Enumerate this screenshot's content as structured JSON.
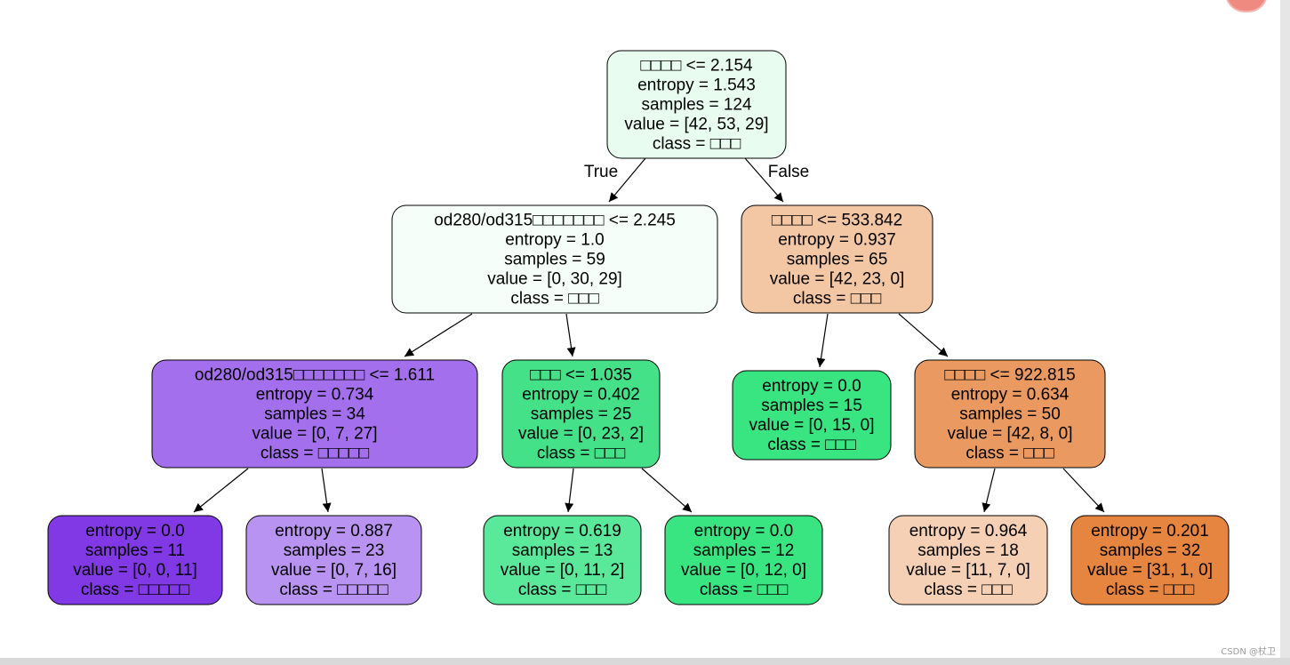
{
  "tree": {
    "nodes": [
      {
        "id": "root",
        "fill": "#e8fcf0",
        "lines": [
          "□□□□ <= 2.154",
          "entropy = 1.543",
          "samples = 124",
          "value = [42, 53, 29]",
          "class = □□□"
        ]
      },
      {
        "id": "n1",
        "fill": "#f6fefa",
        "lines": [
          "od280/od315□□□□□□□ <= 2.245",
          "entropy = 1.0",
          "samples = 59",
          "value = [0, 30, 29]",
          "class = □□□"
        ]
      },
      {
        "id": "n2",
        "fill": "#f3c6a4",
        "lines": [
          "□□□□ <= 533.842",
          "entropy = 0.937",
          "samples = 65",
          "value = [42, 23, 0]",
          "class = □□□"
        ]
      },
      {
        "id": "n3",
        "fill": "#a36fed",
        "lines": [
          "od280/od315□□□□□□□ <= 1.611",
          "entropy = 0.734",
          "samples = 34",
          "value = [0, 7, 27]",
          "class = □□□□□"
        ]
      },
      {
        "id": "n4",
        "fill": "#45e188",
        "lines": [
          "□□□ <= 1.035",
          "entropy = 0.402",
          "samples = 25",
          "value = [0, 23, 2]",
          "class = □□□"
        ]
      },
      {
        "id": "n5",
        "fill": "#39e581",
        "lines": [
          "entropy = 0.0",
          "samples = 15",
          "value = [0, 15, 0]",
          "class = □□□"
        ]
      },
      {
        "id": "n6",
        "fill": "#ea9a61",
        "lines": [
          "□□□□ <= 922.815",
          "entropy = 0.634",
          "samples = 50",
          "value = [42, 8, 0]",
          "class = □□□"
        ]
      },
      {
        "id": "n7",
        "fill": "#8139e5",
        "lines": [
          "entropy = 0.0",
          "samples = 11",
          "value = [0, 0, 11]",
          "class = □□□□□"
        ]
      },
      {
        "id": "n8",
        "fill": "#b993f1",
        "lines": [
          "entropy = 0.887",
          "samples = 23",
          "value = [0, 7, 16]",
          "class = □□□□□"
        ]
      },
      {
        "id": "n9",
        "fill": "#5ae89a",
        "lines": [
          "entropy = 0.619",
          "samples = 13",
          "value = [0, 11, 2]",
          "class = □□□"
        ]
      },
      {
        "id": "n10",
        "fill": "#39e581",
        "lines": [
          "entropy = 0.0",
          "samples = 12",
          "value = [0, 12, 0]",
          "class = □□□"
        ]
      },
      {
        "id": "n11",
        "fill": "#f5d0b5",
        "lines": [
          "entropy = 0.964",
          "samples = 18",
          "value = [11, 7, 0]",
          "class = □□□"
        ]
      },
      {
        "id": "n12",
        "fill": "#e68540",
        "lines": [
          "entropy = 0.201",
          "samples = 32",
          "value = [31, 1, 0]",
          "class = □□□"
        ]
      }
    ],
    "edges": [
      {
        "from": "root",
        "to": "n1"
      },
      {
        "from": "root",
        "to": "n2"
      },
      {
        "from": "n1",
        "to": "n3"
      },
      {
        "from": "n1",
        "to": "n4"
      },
      {
        "from": "n2",
        "to": "n5"
      },
      {
        "from": "n2",
        "to": "n6"
      },
      {
        "from": "n3",
        "to": "n7"
      },
      {
        "from": "n3",
        "to": "n8"
      },
      {
        "from": "n4",
        "to": "n9"
      },
      {
        "from": "n4",
        "to": "n10"
      },
      {
        "from": "n6",
        "to": "n11"
      },
      {
        "from": "n6",
        "to": "n12"
      }
    ],
    "edge_labels": {
      "true_label": "True",
      "false_label": "False"
    }
  },
  "watermark": "CSDN @杖卫"
}
